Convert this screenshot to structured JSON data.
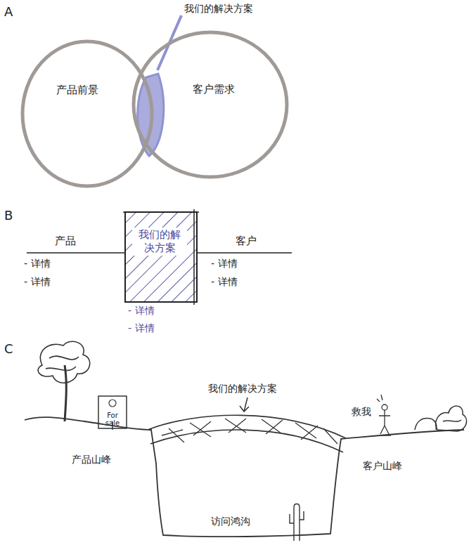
{
  "diagram": {
    "nodes": [
      {
        "text": [
          "产品前景"
        ]
      },
      {
        "text": [
          "客户需求"
        ]
      },
      {
        "text": [
          "我们的解决方案"
        ]
      },
      {
        "text": [
          "For sale"
        ]
      }
    ],
    "labels": [
      "A",
      "我们的解决方案",
      "B",
      "产品",
      "- 详情",
      "- 详情",
      "客户",
      "- 详情",
      "- 详情",
      "- 详情",
      "- 详情",
      "C",
      "我们的解决方案",
      "救我",
      "产品山峰",
      "客户山峰",
      "访问鸿沟"
    ]
  }
}
